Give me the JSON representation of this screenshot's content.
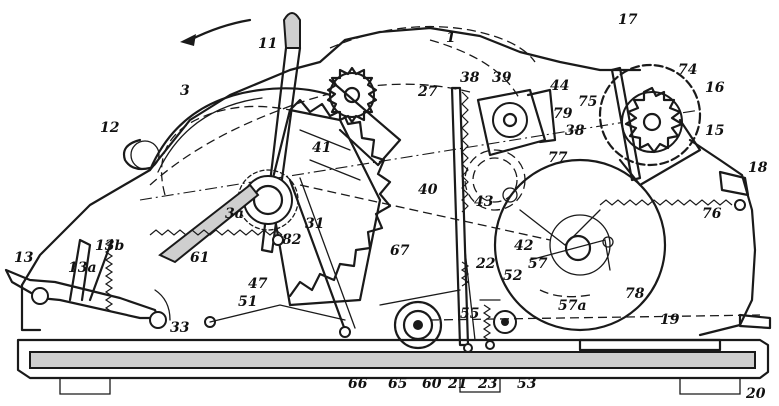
{
  "labels": [
    {
      "id": "1",
      "text": "1"
    },
    {
      "id": "3",
      "text": "3"
    },
    {
      "id": "3a",
      "text": "3a"
    },
    {
      "id": "11",
      "text": "11"
    },
    {
      "id": "12",
      "text": "12"
    },
    {
      "id": "13",
      "text": "13"
    },
    {
      "id": "13a",
      "text": "13a"
    },
    {
      "id": "13b",
      "text": "13b"
    },
    {
      "id": "15",
      "text": "15"
    },
    {
      "id": "16",
      "text": "16"
    },
    {
      "id": "17",
      "text": "17"
    },
    {
      "id": "18",
      "text": "18"
    },
    {
      "id": "19",
      "text": "19"
    },
    {
      "id": "20",
      "text": "20"
    },
    {
      "id": "21",
      "text": "21"
    },
    {
      "id": "22",
      "text": "22"
    },
    {
      "id": "23",
      "text": "23"
    },
    {
      "id": "27",
      "text": "27"
    },
    {
      "id": "31",
      "text": "31"
    },
    {
      "id": "33",
      "text": "33"
    },
    {
      "id": "38a",
      "text": "38"
    },
    {
      "id": "38b",
      "text": "38"
    },
    {
      "id": "39",
      "text": "39"
    },
    {
      "id": "40",
      "text": "40"
    },
    {
      "id": "41",
      "text": "41"
    },
    {
      "id": "42",
      "text": "42"
    },
    {
      "id": "43",
      "text": "43"
    },
    {
      "id": "44",
      "text": "44"
    },
    {
      "id": "47",
      "text": "47"
    },
    {
      "id": "51",
      "text": "51"
    },
    {
      "id": "52",
      "text": "52"
    },
    {
      "id": "53",
      "text": "53"
    },
    {
      "id": "55",
      "text": "55"
    },
    {
      "id": "57",
      "text": "57"
    },
    {
      "id": "57a",
      "text": "57a"
    },
    {
      "id": "60",
      "text": "60"
    },
    {
      "id": "61",
      "text": "61"
    },
    {
      "id": "65",
      "text": "65"
    },
    {
      "id": "66",
      "text": "66"
    },
    {
      "id": "67",
      "text": "67"
    },
    {
      "id": "74",
      "text": "74"
    },
    {
      "id": "75",
      "text": "75"
    },
    {
      "id": "76",
      "text": "76"
    },
    {
      "id": "77",
      "text": "77"
    },
    {
      "id": "78",
      "text": "78"
    },
    {
      "id": "79",
      "text": "79"
    },
    {
      "id": "82",
      "text": "82"
    }
  ]
}
